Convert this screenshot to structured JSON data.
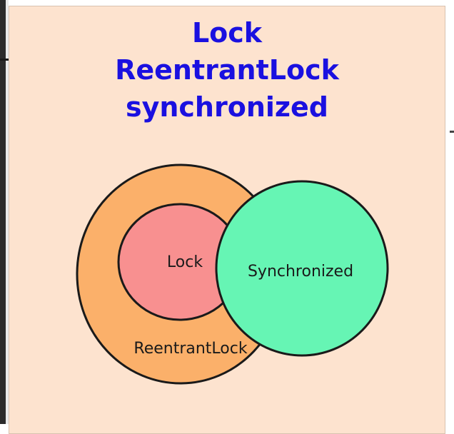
{
  "title_lines": [
    "Lock",
    "ReentrantLock",
    "synchronized"
  ],
  "diagram": {
    "outer_label": "ReentrantLock",
    "inner_label": "Lock",
    "overlap_label": "Synchronized"
  },
  "colors": {
    "panel_bg": "#fde3cf",
    "title_text": "#1a10e0",
    "reentrantlock_fill": "#fbb06a",
    "lock_fill": "#f89090",
    "synchronized_fill": "#66f5b4",
    "outline": "#1a1a1a"
  }
}
